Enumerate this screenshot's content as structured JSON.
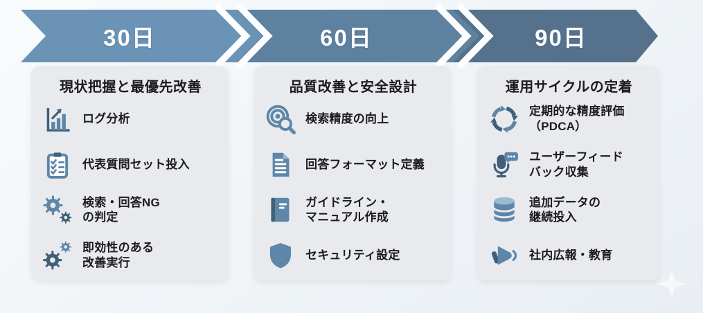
{
  "banner": {
    "stages": [
      {
        "label": "30日",
        "color": "#6b93b6"
      },
      {
        "label": "60日",
        "color": "#5e81a0"
      },
      {
        "label": "90日",
        "color": "#55718c"
      }
    ]
  },
  "columns": [
    {
      "title": "現状把握と最優先改善",
      "items": [
        {
          "icon": "bar-chart-icon",
          "label": "ログ分析"
        },
        {
          "icon": "clipboard-checklist-icon",
          "label": "代表質問セット投入"
        },
        {
          "icon": "gears-icon",
          "label": "検索・回答NG\nの判定"
        },
        {
          "icon": "gears-alt-icon",
          "label": "即効性のある\n改善実行"
        }
      ]
    },
    {
      "title": "品質改善と安全設計",
      "items": [
        {
          "icon": "search-target-icon",
          "label": "検索精度の向上"
        },
        {
          "icon": "document-icon",
          "label": "回答フォーマット定義"
        },
        {
          "icon": "book-icon",
          "label": "ガイドライン・\nマニュアル作成"
        },
        {
          "icon": "shield-icon",
          "label": "セキュリティ設定"
        }
      ]
    },
    {
      "title": "運用サイクルの定着",
      "items": [
        {
          "icon": "cycle-arrows-icon",
          "label": "定期的な精度評価\n（PDCA）"
        },
        {
          "icon": "mic-feedback-icon",
          "label": "ユーザーフィード\nバック収集"
        },
        {
          "icon": "database-icon",
          "label": "追加データの\n継続投入"
        },
        {
          "icon": "megaphone-icon",
          "label": "社内広報・教育"
        }
      ]
    }
  ],
  "colors": {
    "text": "#1b1b1d",
    "card_bg": "#e8eaee",
    "icon_main": "#5d86a8",
    "icon_dark": "#3f6078",
    "icon_light": "#9cbad2",
    "chevron_white": "#fdfeff"
  }
}
